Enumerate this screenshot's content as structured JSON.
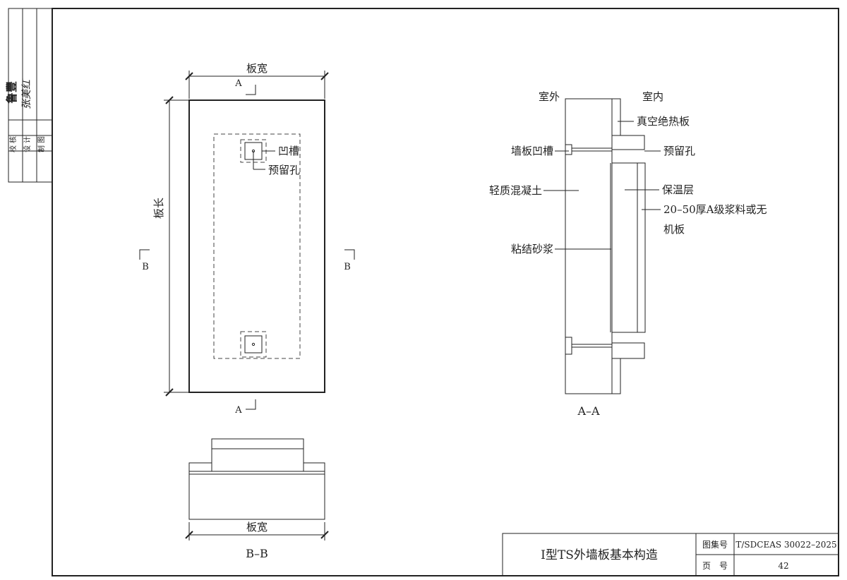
{
  "side_block": {
    "signatures": [
      "鲁豐",
      "张美红"
    ],
    "roles": [
      "校核",
      "设计",
      "制图"
    ]
  },
  "plan": {
    "width_label": "板宽",
    "length_label": "板长",
    "groove_label": "凹槽",
    "hole_label": "预留孔",
    "section_a": "A",
    "section_b": "B"
  },
  "section_aa": {
    "title": "A–A",
    "outside": "室外",
    "inside": "室内",
    "callouts_left": [
      "墙板凹槽",
      "轻质混凝土",
      "粘结砂浆"
    ],
    "callouts_right": [
      "真空绝热板",
      "预留孔",
      "保温层",
      "20–50厚A级浆料或无",
      "机板"
    ]
  },
  "section_bb": {
    "title": "B–B",
    "width_label": "板宽"
  },
  "title_block": {
    "drawing_title": "I型TS外墙板基本构造",
    "atlas_label": "图集号",
    "atlas_number": "T/SDCEAS 30022–2025",
    "page_label": "页　号",
    "page_number": "42"
  }
}
